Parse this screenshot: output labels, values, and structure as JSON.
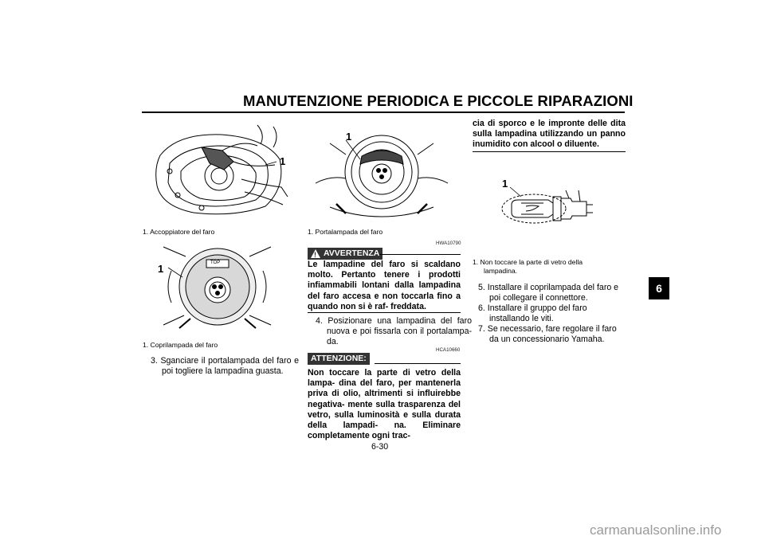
{
  "header": {
    "title": "MANUTENZIONE PERIODICA E PICCOLE RIPARAZIONI",
    "chapter_tab": "6"
  },
  "column1": {
    "figure1": {
      "callout": "1",
      "caption": "1.  Accoppiatore del faro"
    },
    "figure2": {
      "callout": "1",
      "top_label": "TOP",
      "caption": "1.  Coprilampada del faro"
    },
    "step3": "3.  Sganciare il portalampada del faro e poi togliere la lampadina guasta."
  },
  "column2": {
    "figure3": {
      "callout": "1",
      "caption": "1.  Portalampada del faro"
    },
    "warning_code": "HWA10790",
    "warning_label": "AVVERTENZA",
    "warning_text": "Le lampadine del faro si scaldano molto. Pertanto tenere i prodotti infiammabili lontani dalla lampadina del faro accesa e non toccarla fino a quando non si è raf- freddata.",
    "step4": "4.  Posizionare una lampadina del faro nuova e poi fissarla con il portalampa- da.",
    "caution_code": "HCA10660",
    "caution_label": "ATTENZIONE:",
    "caution_text": "Non toccare la parte di vetro della lampa- dina del faro, per mantenerla priva di olio, altrimenti si influirebbe negativa- mente sulla trasparenza del vetro, sulla luminosità e sulla durata della lampadi- na. Eliminare completamente ogni trac-"
  },
  "column3": {
    "caution_continued": "cia di sporco e le impronte delle dita sulla lampadina utilizzando un panno inumidito con alcool o diluente.",
    "figure4": {
      "callout": "1",
      "caption": "1.  Non toccare la parte di vetro della lampadina."
    },
    "steps": [
      "5.  Installare il coprilampada del faro e poi collegare il connettore.",
      "6.  Installare il gruppo del faro installando le viti.",
      "7.  Se necessario, fare regolare il faro da un concessionario Yamaha."
    ]
  },
  "footer": {
    "page_number": "6-30",
    "watermark": "carmanualsonline.info"
  }
}
